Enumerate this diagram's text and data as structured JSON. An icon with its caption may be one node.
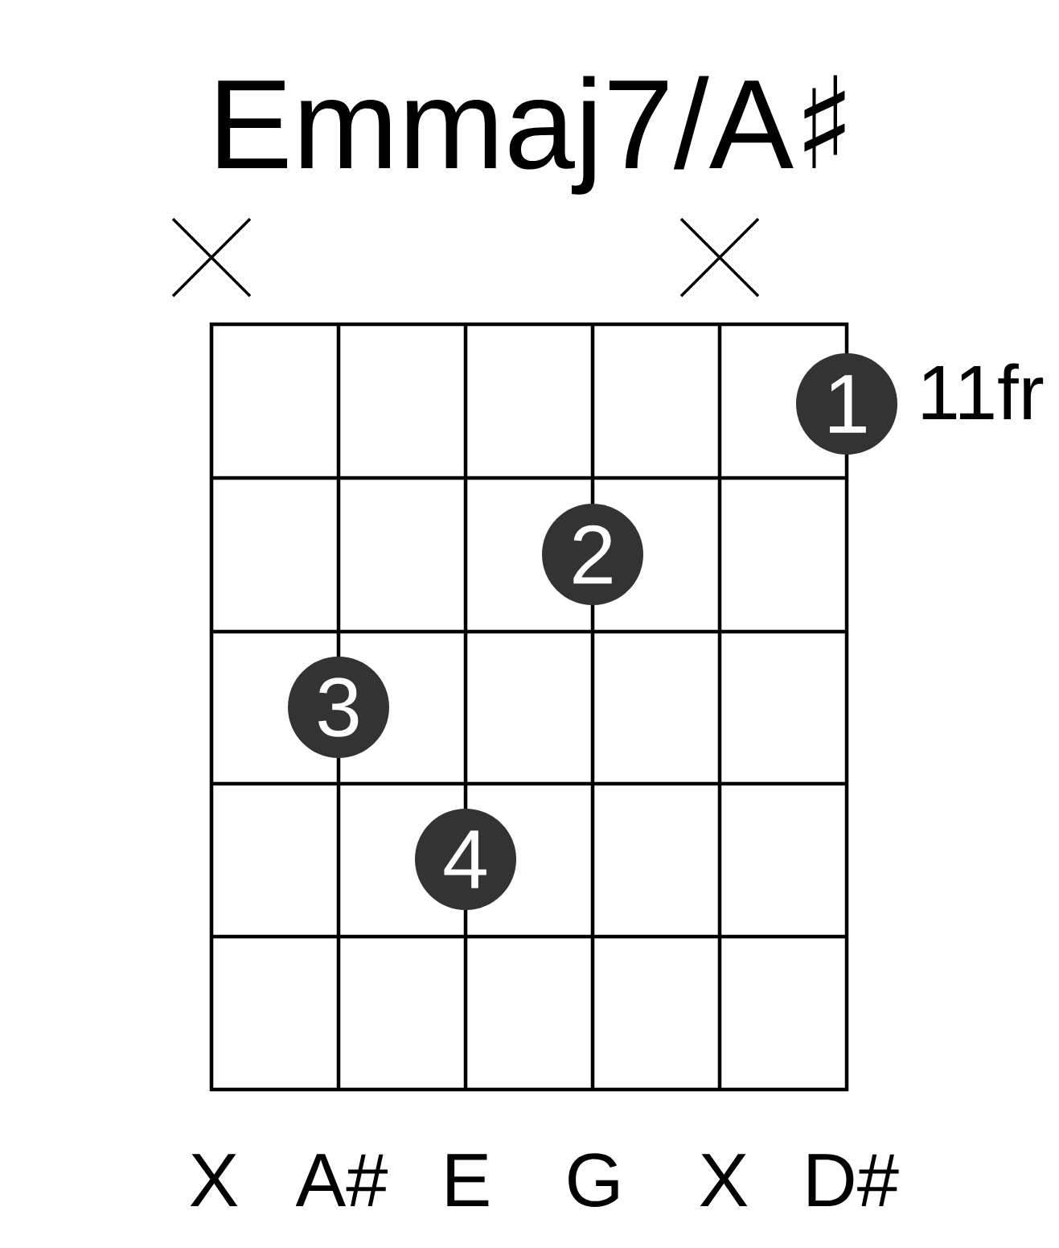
{
  "diagram": {
    "title": "Emmaj7/A♯",
    "nodes": [
      {
        "text": [
          "1"
        ]
      },
      {
        "text": [
          "2"
        ]
      },
      {
        "text": [
          "3"
        ]
      },
      {
        "text": [
          "4"
        ]
      }
    ],
    "labels": [
      "11fr",
      "X",
      "A#",
      "E",
      "G",
      "X",
      "D#"
    ]
  }
}
